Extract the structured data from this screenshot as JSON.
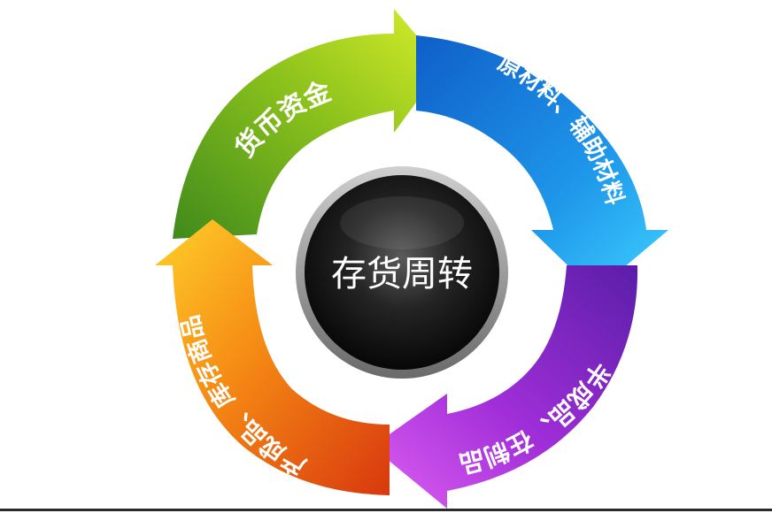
{
  "diagram": {
    "center": {
      "label": "存货周转"
    },
    "segments": [
      {
        "id": "seg-money",
        "label": "货币资金",
        "color": "#7fb21e"
      },
      {
        "id": "seg-raw",
        "label": "原材料、辅助材料",
        "color": "#1e8ee0"
      },
      {
        "id": "seg-semi",
        "label": "半成品、在制品",
        "color": "#9b34d8"
      },
      {
        "id": "seg-finished",
        "label": "产成品、库存商品",
        "color": "#f08a12"
      }
    ]
  }
}
